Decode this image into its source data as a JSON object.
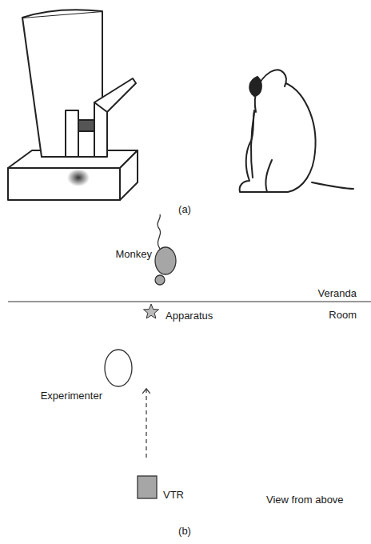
{
  "diagram": {
    "labels": [
      "(a)",
      "Monkey",
      "Veranda",
      "Room",
      "Apparatus",
      "Experimenter",
      "VTR",
      "View from above",
      "(b)"
    ]
  }
}
